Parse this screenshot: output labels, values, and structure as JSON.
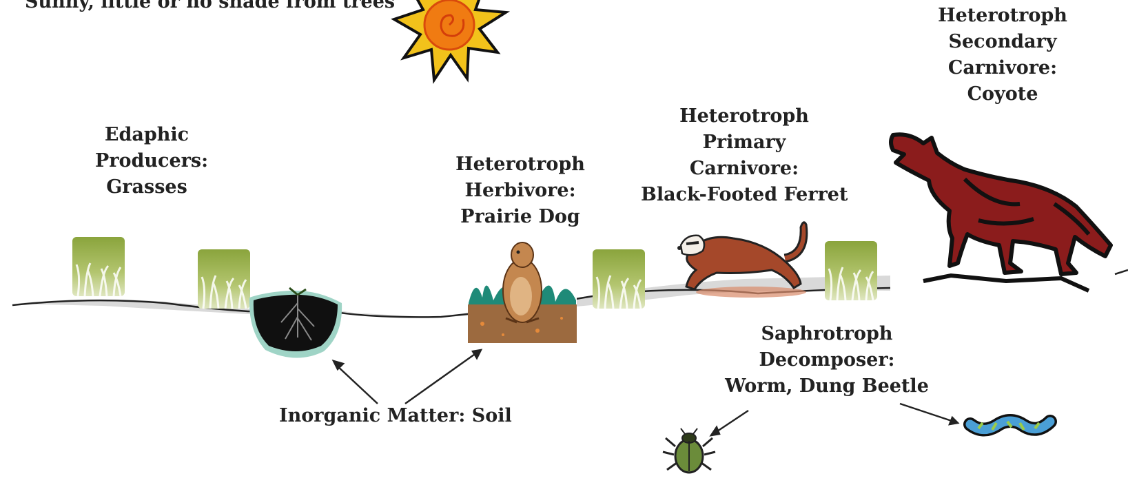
{
  "labels": {
    "sun_text": "Sunny, little or no shade from trees",
    "producers": [
      "Edaphic",
      "Producers:",
      "Grasses"
    ],
    "herbivore": [
      "Heterotroph",
      "Herbivore:",
      "Prairie Dog"
    ],
    "primary_carnivore": [
      "Heterotroph",
      "Primary",
      "Carnivore:",
      "Black-Footed Ferret"
    ],
    "secondary_carnivore": [
      "Heterotroph",
      "Secondary",
      "Carnivore:",
      "Coyote"
    ],
    "decomposer": [
      "Saphrotroph",
      "Decomposer:",
      "Worm, Dung Beetle"
    ],
    "inorganic": "Inorganic Matter: Soil"
  },
  "icons": [
    "sun-icon",
    "grass-tuft-icon",
    "soil-plant-icon",
    "prairie-dog-icon",
    "ferret-icon",
    "coyote-icon",
    "beetle-icon",
    "worm-icon"
  ],
  "colors": {
    "text": "#222222",
    "grass": "#9bb04f",
    "sun_outer": "#f2c21b",
    "sun_inner": "#f07b12",
    "coyote": "#8b1c1c",
    "ferret": "#a5482a",
    "ground": "#d9d9d9",
    "soil": "#9c6a3f",
    "worm": "#4a9fd6",
    "beetle": "#6b8c3a"
  }
}
